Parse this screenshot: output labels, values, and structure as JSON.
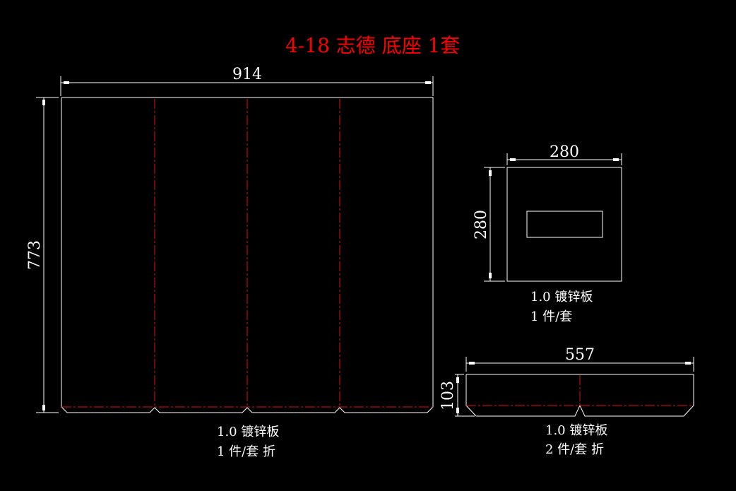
{
  "title": "4-18 志德 底座 1套",
  "colors": {
    "background": "#000000",
    "outline": "#ffffff",
    "fold_line": "#e01010",
    "title": "#ff0000"
  },
  "parts": [
    {
      "name": "main-panel",
      "width_label": "914",
      "height_label": "773",
      "note_line1": "1.0 镀锌板",
      "note_line2": "1 件/套 折"
    },
    {
      "name": "square-plate",
      "width_label": "280",
      "height_label": "280",
      "note_line1": "1.0 镀锌板",
      "note_line2": "1 件/套"
    },
    {
      "name": "side-strip",
      "width_label": "557",
      "height_label": "103",
      "note_line1": "1.0 镀锌板",
      "note_line2": "2 件/套 折"
    }
  ]
}
